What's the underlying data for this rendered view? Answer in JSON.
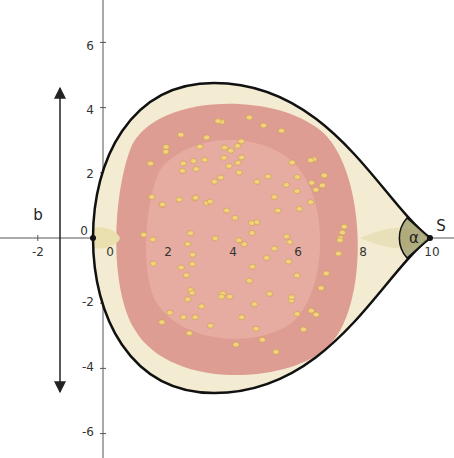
{
  "diagram": {
    "labels": [
      "-2",
      "0",
      "2",
      "4",
      "6",
      "8",
      "10",
      "6",
      "4",
      "2",
      "0",
      "-2",
      "-4",
      "-6",
      "b",
      "S",
      "α"
    ]
  }
}
